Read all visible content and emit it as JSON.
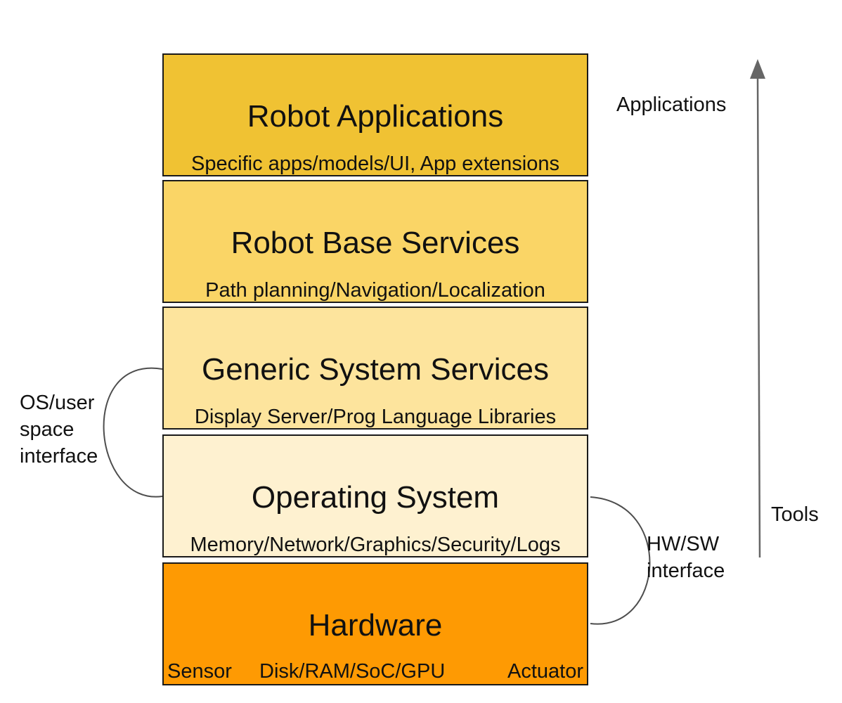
{
  "layers": [
    {
      "title": "Robot Applications",
      "subtitle": "Specific apps/models/UI, App extensions",
      "color": "#f0c233"
    },
    {
      "title": "Robot Base Services",
      "subtitle": "Path planning/Navigation/Localization",
      "color": "#fad566"
    },
    {
      "title": "Generic System Services",
      "subtitle": "Display Server/Prog Language Libraries",
      "color": "#fde49d"
    },
    {
      "title": "Operating System",
      "subtitle": "Memory/Network/Graphics/Security/Logs",
      "color": "#fef1d0"
    },
    {
      "title": "Hardware",
      "items": [
        "Sensor",
        "Disk/RAM/SoC/GPU",
        "Actuator"
      ],
      "color": "#fe9a03"
    }
  ],
  "interfaces": {
    "os_user": [
      "OS/user",
      "space",
      "interface"
    ],
    "hw_sw": [
      "HW/SW",
      "interface"
    ]
  },
  "axis": {
    "top_label": "Applications",
    "bottom_label": "Tools",
    "color": "#666666"
  }
}
